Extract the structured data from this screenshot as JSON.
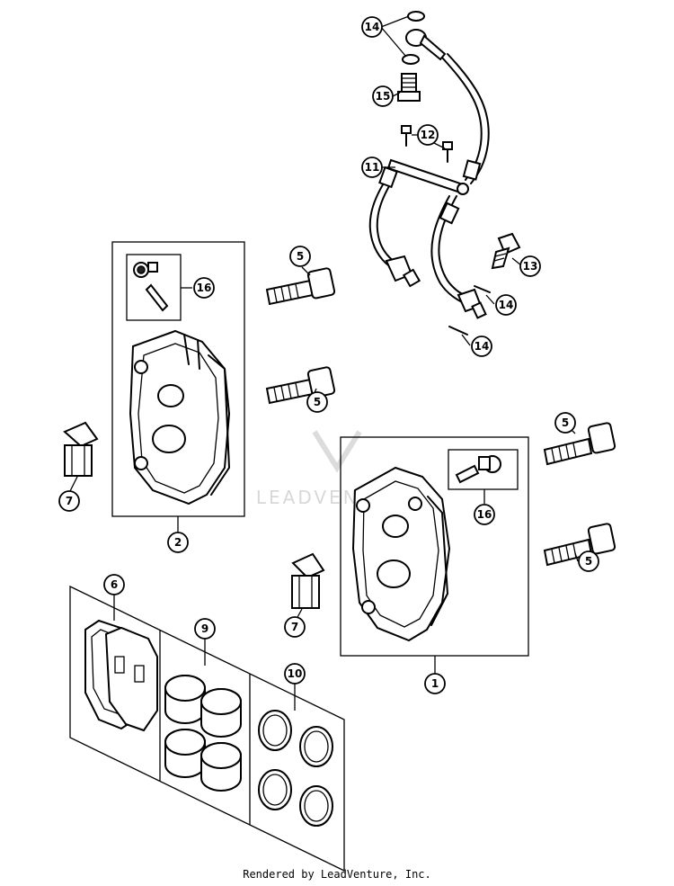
{
  "watermark": "LEADVENTURE",
  "footer": "Rendered by LeadVenture, Inc.",
  "callouts": {
    "c14a": "14",
    "c15": "15",
    "c12": "12",
    "c11": "11",
    "c13": "13",
    "c14b": "14",
    "c14c": "14",
    "c5a": "5",
    "c16a": "16",
    "c5b": "5",
    "c7a": "7",
    "c2": "2",
    "c5c": "5",
    "c16b": "16",
    "c5d": "5",
    "c7b": "7",
    "c1": "1",
    "c6": "6",
    "c9": "9",
    "c10": "10"
  }
}
